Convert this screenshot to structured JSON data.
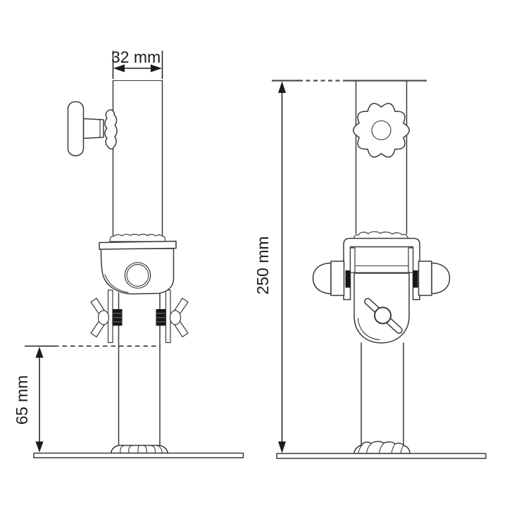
{
  "page": {
    "background_color": "#ffffff"
  },
  "drawing": {
    "stroke_color": "#3a3a3a",
    "dimension_color": "#1c1c1c",
    "thread_fill_color": "#161616",
    "labels": {
      "tube_width": "32 mm",
      "overall_height": "250 mm",
      "base_height": "65 mm"
    }
  }
}
